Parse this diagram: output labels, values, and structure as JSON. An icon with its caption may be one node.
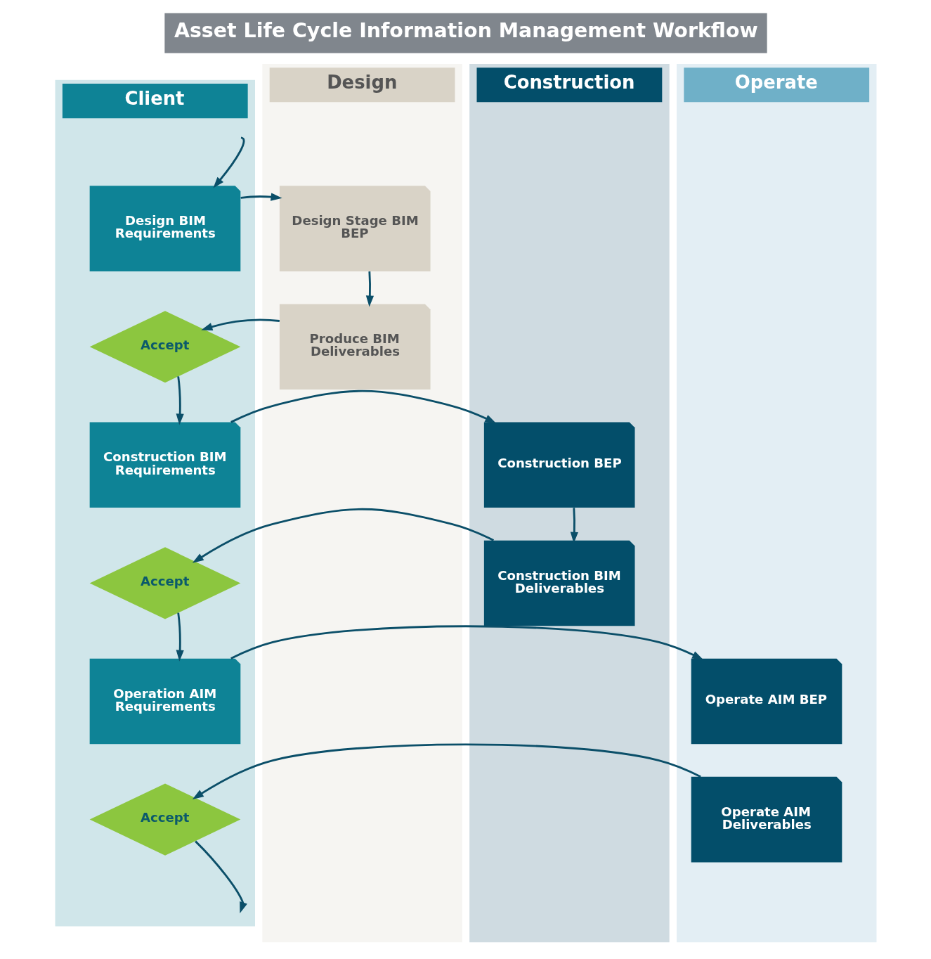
{
  "diagram": {
    "title": "Asset Life Cycle Information Management Workflow",
    "nodes": [
      {
        "text": [
          "Client"
        ]
      },
      {
        "text": [
          "Design"
        ]
      },
      {
        "text": [
          "Construction"
        ]
      },
      {
        "text": [
          "Operate"
        ]
      },
      {
        "text": [
          "Design BIM Requirements"
        ],
        "in": 0
      },
      {
        "text": [
          "Design Stage BIM BEP"
        ],
        "in": 1
      },
      {
        "text": [
          "Produce BIM Deliverables"
        ],
        "in": 1
      },
      {
        "text": [
          "Accept"
        ],
        "in": 0
      },
      {
        "text": [
          "Construction BIM Requirements"
        ],
        "in": 0
      },
      {
        "text": [
          "Construction BEP"
        ],
        "in": 2
      },
      {
        "text": [
          "Construction BIM Deliverables"
        ],
        "in": 2
      },
      {
        "text": [
          "Accept"
        ],
        "in": 0
      },
      {
        "text": [
          "Operation AIM Requirements"
        ],
        "in": 0
      },
      {
        "text": [
          "Operate AIM BEP"
        ],
        "in": 3
      },
      {
        "text": [
          "Operate AIM Deliverables"
        ],
        "in": 3
      },
      {
        "text": [
          "Accept"
        ],
        "in": 0
      }
    ],
    "edges": [
      {
        "from": null,
        "to": 4,
        "arrow": "to"
      },
      {
        "from": 4,
        "to": 5,
        "arrow": "to"
      },
      {
        "from": 5,
        "to": 6,
        "arrow": "to"
      },
      {
        "from": 6,
        "to": 7,
        "arrow": "to"
      },
      {
        "from": 7,
        "to": 8,
        "arrow": "to"
      },
      {
        "from": 8,
        "to": 9,
        "arrow": "to"
      },
      {
        "from": 9,
        "to": 10,
        "arrow": "to"
      },
      {
        "from": 10,
        "to": 11,
        "arrow": "to"
      },
      {
        "from": 11,
        "to": 12,
        "arrow": "to"
      },
      {
        "from": 12,
        "to": 13,
        "arrow": "to"
      },
      {
        "from": 14,
        "to": 15,
        "arrow": "to"
      },
      {
        "from": 15,
        "to": null,
        "arrow": "to"
      }
    ]
  }
}
